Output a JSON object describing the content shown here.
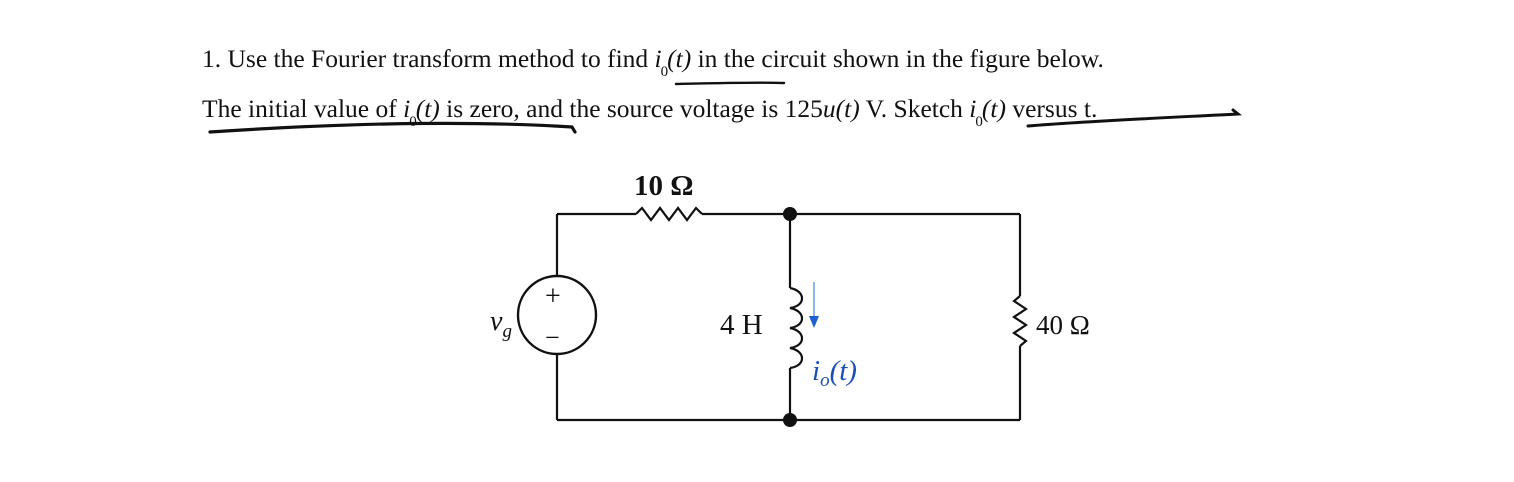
{
  "problem": {
    "number": "1.",
    "line1": {
      "t1": " Use the Fourier transform method to find ",
      "i": "i",
      "sub": "0",
      "arg": "(t)",
      "t2": " in the circuit shown in the figure below."
    },
    "line2": {
      "t1": "The initial value of ",
      "i1": "i",
      "sub1": "0",
      "arg1": "(t)",
      "t2": " is zero, and the source voltage is 125",
      "u": "u",
      "arg2": "(t)",
      "t3": " V. Sketch ",
      "i2": "i",
      "sub2": "0",
      "arg3": "(t)",
      "t4": " versus t."
    }
  },
  "circuit": {
    "source_label": "v",
    "source_sub": "g",
    "source_plus": "+",
    "source_minus": "−",
    "resistor1_label": "10 Ω",
    "inductor_label": "4 H",
    "resistor2_label": "40 Ω",
    "current_label_i": "i",
    "current_label_sub": "o",
    "current_label_arg": "(t)",
    "current_arrow_color": "#1f5fd6",
    "ink_color": "#111111"
  }
}
